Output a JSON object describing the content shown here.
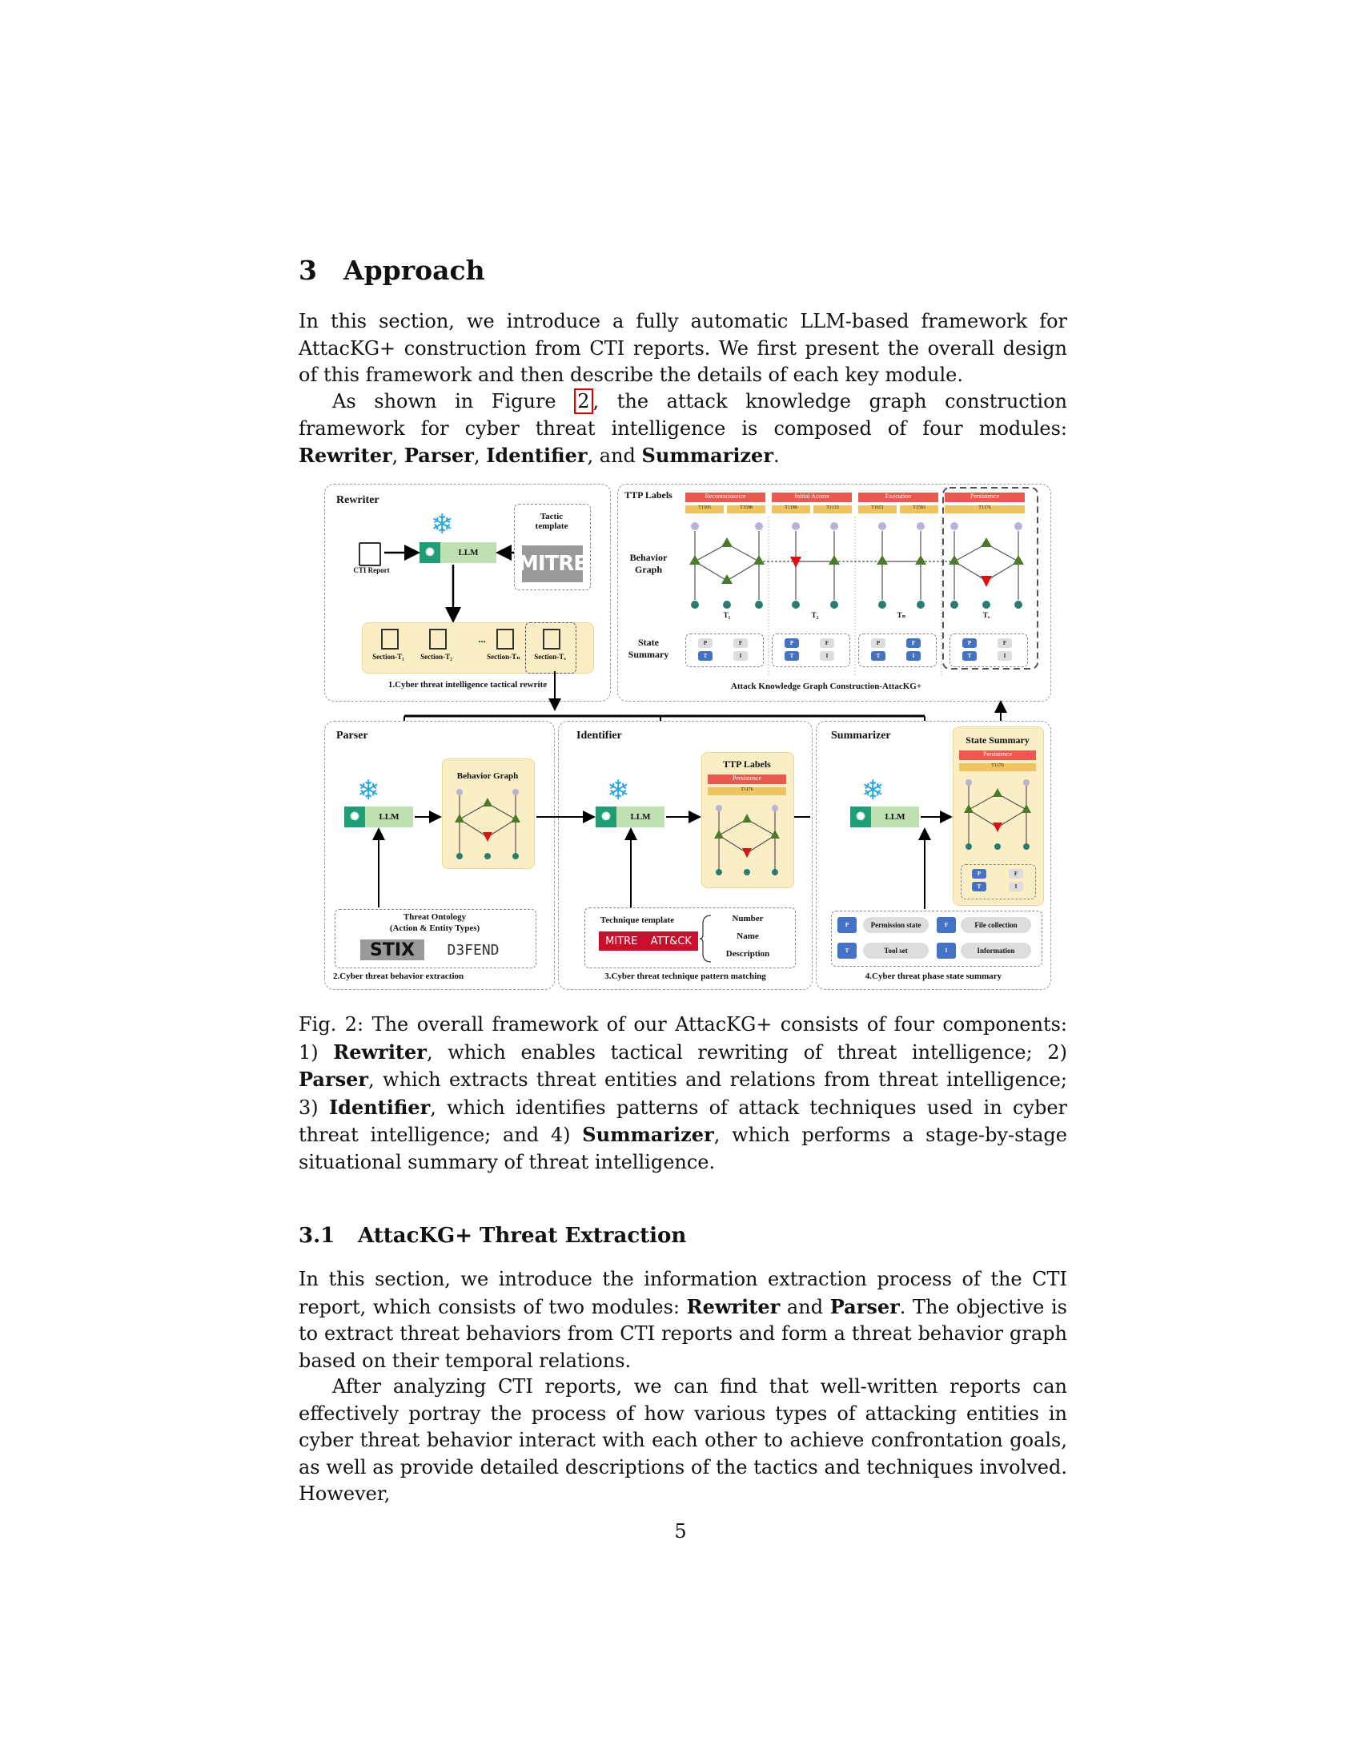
{
  "section": {
    "number": "3",
    "title": "Approach"
  },
  "intro": {
    "p1": "In this section, we introduce a fully automatic LLM-based framework for AttacKG+ construction from CTI reports. We first present the overall design of this framework and then describe the details of each key module.",
    "p2_a": "As shown in Figure ",
    "p2_ref": "2",
    "p2_b": ", the attack knowledge graph construction framework for cyber threat intelligence is composed of four modules: ",
    "m1": "Rewriter",
    "m2": "Parser",
    "m3": "Identifier",
    "and": "and",
    "m4": "Summarizer"
  },
  "figure": {
    "rewriter": {
      "title": "Rewriter",
      "cti": "CTI Report",
      "llm": "LLM",
      "tactic": "Tactic template",
      "mitre": "MITRE",
      "sections": [
        "Section-T₁",
        "Section-T₂",
        "Section-Tₙ",
        "Section-Tₓ"
      ],
      "ellipsis": "...",
      "caption": "1.Cyber threat intelligence tactical rewrite"
    },
    "kg": {
      "ttp_label": "TTP Labels",
      "behavior_label": "Behavior Graph",
      "state_label": "State Summary",
      "tactics": [
        "Reconnaissance",
        "Initial Access",
        "Execution",
        "Persistence"
      ],
      "techniques": [
        "T1595",
        "T1598",
        "T1189",
        "T1133",
        "T1651",
        "T1583",
        "T1176"
      ],
      "stages": [
        "T₁",
        "T₂",
        "Tₙ",
        "Tₓ"
      ],
      "chips": [
        "P",
        "F",
        "T",
        "I"
      ],
      "caption": "Attack Knowledge Graph Construction-AttacKG+"
    },
    "parser": {
      "title": "Parser",
      "llm": "LLM",
      "bg": "Behavior Graph",
      "onto1": "Threat Ontology",
      "onto2": "(Action & Entity Types)",
      "stix": "STIX",
      "defend": "D3FEND",
      "caption": "2.Cyber threat behavior extraction"
    },
    "identifier": {
      "title": "Identifier",
      "llm": "LLM",
      "ttp": "TTP Labels",
      "persist": "Persistence",
      "tech": "T1176",
      "template": "Technique template",
      "mitre": "MITRE",
      "attck": "ATT&CK",
      "fields": [
        "Number",
        "Name",
        "Description"
      ],
      "caption": "3.Cyber threat technique pattern matching"
    },
    "summarizer": {
      "title": "Summarizer",
      "llm": "LLM",
      "state": "State Summary",
      "persist": "Persistence",
      "tech": "T1176",
      "legend": [
        {
          "chip": "P",
          "label": "Permission state"
        },
        {
          "chip": "F",
          "label": "File collection"
        },
        {
          "chip": "T",
          "label": "Tool set"
        },
        {
          "chip": "I",
          "label": "Information"
        }
      ],
      "caption": "4.Cyber threat phase state summary"
    }
  },
  "caption": {
    "a": "Fig. 2: The overall framework of our AttacKG+ consists of four components: 1) ",
    "r": "Rewriter",
    "b": ", which enables tactical rewriting of threat intelligence; 2) ",
    "p": "Parser",
    "c": ", which extracts threat entities and relations from threat intelligence; 3) ",
    "i": "Identifier",
    "d": ", which identifies patterns of attack techniques used in cyber threat intelligence; and 4) ",
    "s": "Summarizer",
    "e": ", which performs a stage-by-stage situational summary of threat intelligence."
  },
  "subsection": {
    "number": "3.1",
    "title": "AttacKG+ Threat Extraction"
  },
  "body": {
    "p1_a": "In this section, we introduce the information extraction process of the CTI report, which consists of two modules: ",
    "p1_r": "Rewriter",
    "p1_and": " and ",
    "p1_p": "Parser",
    "p1_b": ". The objective is to extract threat behaviors from CTI reports and form a threat behavior graph based on their temporal relations.",
    "p2": "After analyzing CTI reports, we can find that well-written reports can effectively portray the process of how various types of attacking entities in cyber threat behavior interact with each other to achieve confrontation goals, as well as provide detailed descriptions of the tactics and techniques involved. However,"
  },
  "page_number": "5"
}
